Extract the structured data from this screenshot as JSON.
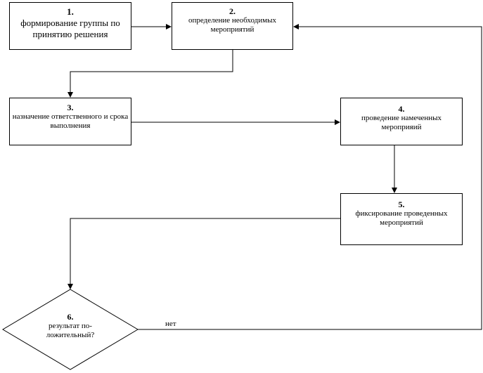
{
  "steps": [
    {
      "number": "1.",
      "text": "формирование группы по принятию решения"
    },
    {
      "number": "2.",
      "text": "определение необходимых мероприятий"
    },
    {
      "number": "3.",
      "text": "назначение ответственного и срока выполнения"
    },
    {
      "number": "4.",
      "text": "проведение намеченных мероприяий"
    },
    {
      "number": "5.",
      "text": "фиксирование проведенных мероприятий"
    }
  ],
  "decision": {
    "number": "6.",
    "text": "результат по-ложительный?"
  },
  "edge_labels": {
    "no": "нет"
  }
}
